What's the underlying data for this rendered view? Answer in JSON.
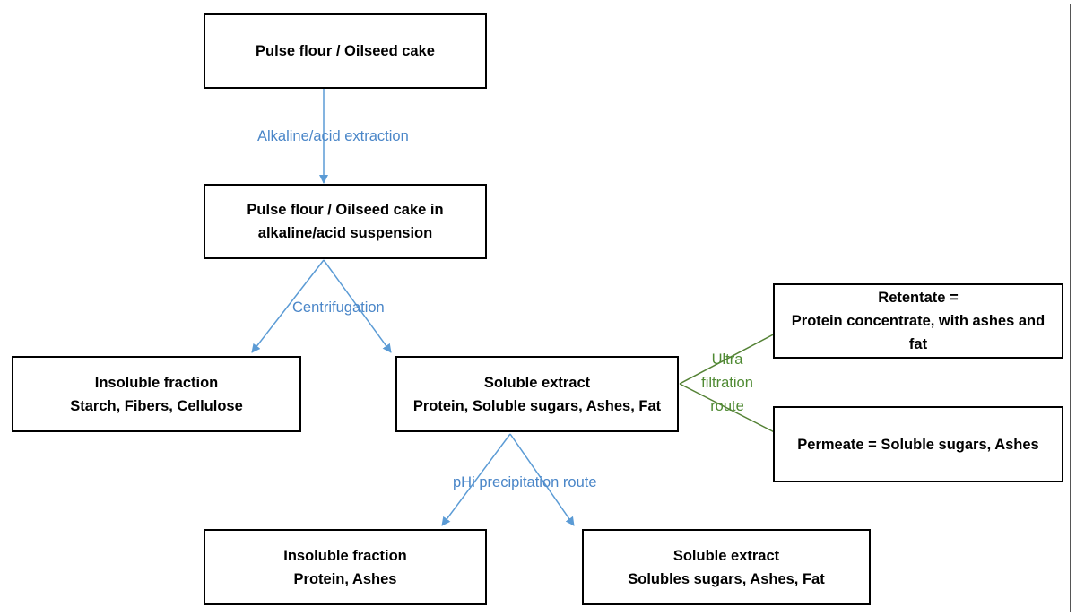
{
  "colors": {
    "blue_arrow": "#5b9bd5",
    "green_arrow": "#548235",
    "blue_text": "#4a86c8",
    "green_text": "#4f8a33",
    "box_border": "#000000"
  },
  "nodes": {
    "pulse_flour": {
      "line1": "Pulse flour / Oilseed cake"
    },
    "suspension": {
      "line1": "Pulse flour / Oilseed cake in",
      "line2": "alkaline/acid suspension"
    },
    "insoluble_1": {
      "line1": "Insoluble fraction",
      "line2": "Starch, Fibers, Cellulose"
    },
    "soluble_1": {
      "line1": "Soluble extract",
      "line2": "Protein, Soluble sugars, Ashes, Fat"
    },
    "retentate": {
      "line1": "Retentate =",
      "line2": "Protein concentrate, with ashes and",
      "line3": "fat"
    },
    "permeate": {
      "line1": "Permeate = Soluble sugars, Ashes"
    },
    "insoluble_2": {
      "line1": "Insoluble fraction",
      "line2": "Protein, Ashes"
    },
    "soluble_2": {
      "line1": "Soluble extract",
      "line2": "Solubles sugars, Ashes, Fat"
    }
  },
  "edges": {
    "extraction": "Alkaline/acid extraction",
    "centrifugation": "Centrifugation",
    "ultrafiltration": {
      "line1": "Ultra",
      "line2": "filtration",
      "line3": "route"
    },
    "phi_precipitation": "pHi precipitation route"
  }
}
